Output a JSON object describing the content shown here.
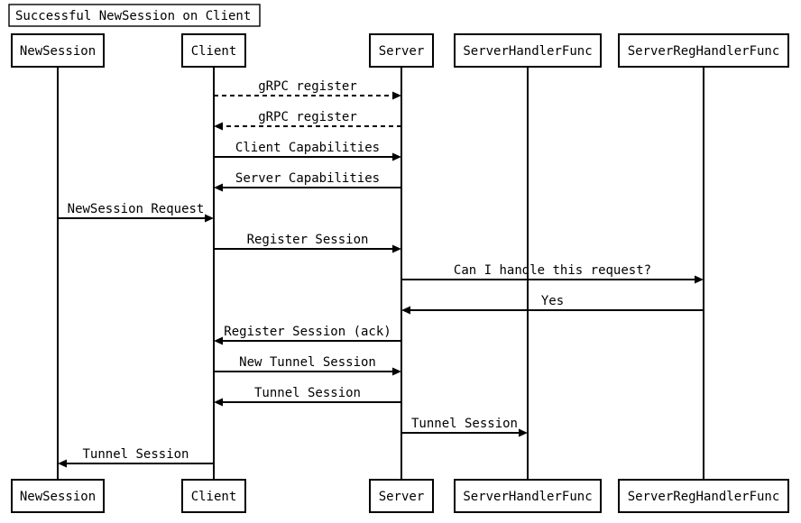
{
  "title": "Successful NewSession on Client",
  "participants": [
    {
      "id": "newsession",
      "label": "NewSession"
    },
    {
      "id": "client",
      "label": "Client"
    },
    {
      "id": "server",
      "label": "Server"
    },
    {
      "id": "serverhandlerfunc",
      "label": "ServerHandlerFunc"
    },
    {
      "id": "serverreghandlerfunc",
      "label": "ServerRegHandlerFunc"
    }
  ],
  "messages": [
    {
      "from": "client",
      "to": "server",
      "label": "gRPC register",
      "style": "dashed"
    },
    {
      "from": "server",
      "to": "client",
      "label": "gRPC register",
      "style": "dashed"
    },
    {
      "from": "client",
      "to": "server",
      "label": "Client Capabilities",
      "style": "solid"
    },
    {
      "from": "server",
      "to": "client",
      "label": "Server Capabilities",
      "style": "solid"
    },
    {
      "from": "newsession",
      "to": "client",
      "label": "NewSession Request",
      "style": "solid"
    },
    {
      "from": "client",
      "to": "server",
      "label": "Register Session",
      "style": "solid"
    },
    {
      "from": "server",
      "to": "serverreghandlerfunc",
      "label": "Can I handle this request?",
      "style": "solid"
    },
    {
      "from": "serverreghandlerfunc",
      "to": "server",
      "label": "Yes",
      "style": "solid"
    },
    {
      "from": "server",
      "to": "client",
      "label": "Register Session (ack)",
      "style": "solid"
    },
    {
      "from": "client",
      "to": "server",
      "label": "New Tunnel Session",
      "style": "solid"
    },
    {
      "from": "server",
      "to": "client",
      "label": "Tunnel Session",
      "style": "solid"
    },
    {
      "from": "server",
      "to": "serverhandlerfunc",
      "label": "Tunnel Session",
      "style": "solid"
    },
    {
      "from": "client",
      "to": "newsession",
      "label": "Tunnel Session",
      "style": "solid"
    }
  ]
}
